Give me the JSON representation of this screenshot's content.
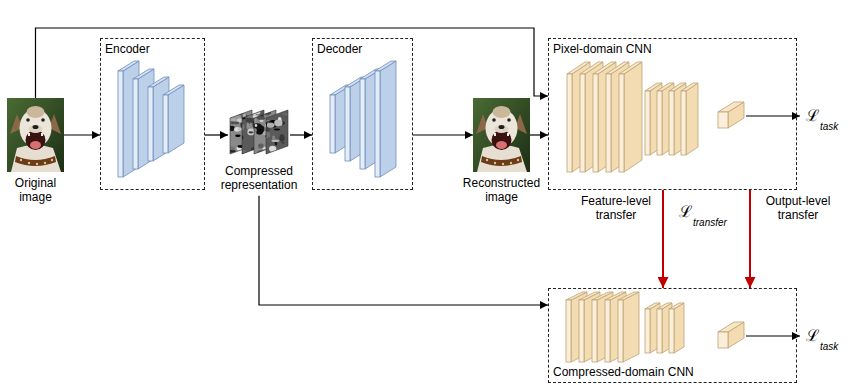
{
  "diagram": {
    "nodes": [
      {
        "text": [
          "Original image"
        ]
      },
      {
        "text": [
          "Encoder"
        ]
      },
      {
        "text": [
          "Compressed representation"
        ]
      },
      {
        "text": [
          "Decoder"
        ]
      },
      {
        "text": [
          "Reconstructed image"
        ]
      },
      {
        "text": [
          "Pixel-domain CNN"
        ]
      },
      {
        "text": [
          "Compressed-domain CNN"
        ]
      }
    ],
    "edges": [
      {
        "from": 0,
        "to": 1,
        "arrow": "to"
      },
      {
        "from": 1,
        "to": 2,
        "arrow": "to"
      },
      {
        "from": 2,
        "to": 3,
        "arrow": "to"
      },
      {
        "from": 3,
        "to": 4,
        "arrow": "to"
      },
      {
        "from": 4,
        "to": 5,
        "arrow": "to"
      },
      {
        "from": 0,
        "to": 5,
        "arrow": "to"
      },
      {
        "from": 2,
        "to": 6,
        "arrow": "to"
      },
      {
        "from": 5,
        "to": 6,
        "label": "Feature-level transfer",
        "arrow": "to"
      },
      {
        "from": 5,
        "to": 6,
        "label": "Output-level transfer",
        "arrow": "to"
      }
    ],
    "labels": [
      "ℒ",
      "task",
      "ℒ",
      "transfer",
      "ℒ",
      "task"
    ]
  }
}
